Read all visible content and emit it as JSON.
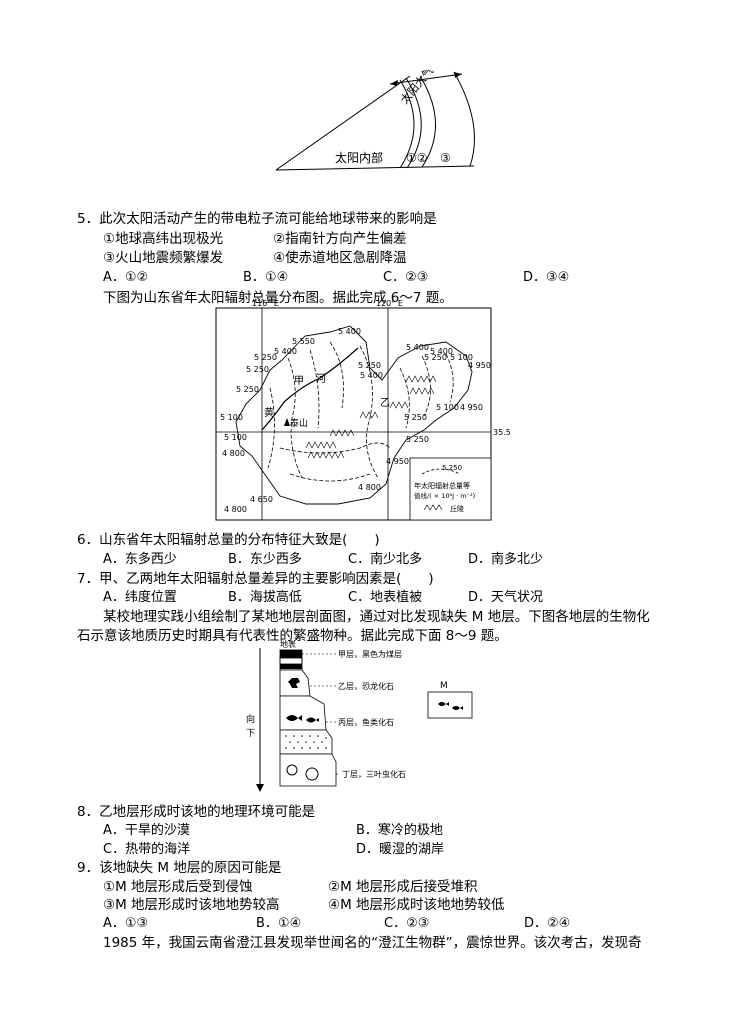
{
  "sun_figure": {
    "atmosphere_label": "太阳大气",
    "interior_label": "太阳内部",
    "layers": [
      "①②",
      "③"
    ]
  },
  "q5": {
    "stem": "5．此次太阳活动产生的带电粒子流可能给地球带来的影响是",
    "items": [
      "①地球高纬出现极光",
      "②指南针方向产生偏差",
      "③火山地震频繁爆发",
      "④使赤道地区急剧降温"
    ],
    "options": [
      "A．①②",
      "B．①④",
      "C．②③",
      "D．③④"
    ]
  },
  "intro_6_7": "下图为山东省年太阳辐射总量分布图。据此完成 6～7 题。",
  "map": {
    "lon_left": "116° E",
    "lon_right": "120° E",
    "lat": "35.5° N",
    "labels": {
      "l5400a": "5 400",
      "l5550": "5 550",
      "l5400b": "5 400",
      "l5250a": "5 250",
      "l5250b": "5 250",
      "l5250c": "5 250",
      "l5100a": "5 100",
      "l4800a": "4 800",
      "l5100b": "5 100",
      "l4800b": "4 800",
      "l4650": "4 650",
      "l5250d": "5 250",
      "l5400c": "5 400",
      "l5400d": "5 400",
      "l5250e": "5 250",
      "l5100c": "5 100",
      "l4950a": "4 950",
      "l5100d": "5 100",
      "l4950b": "4 950",
      "l5250f": "5 250",
      "l4950c": "4 950",
      "l4800c": "4 800",
      "l5400e": "5 400",
      "l5250g": "5 250"
    },
    "jia": "甲",
    "yi": "乙",
    "huang": "黄",
    "he": "河",
    "taishan": "泰山",
    "legend_value": "5 250",
    "legend_text1": "年太阳辐射总量等",
    "legend_text2": "值线/( × 10⁶J · m⁻²)",
    "legend_hill": "丘陵"
  },
  "q6": {
    "stem": "6．山东省年太阳辐射总量的分布特征大致是(　　)",
    "options": [
      "A．东多西少",
      "B．东少西多",
      "C．南少北多",
      "D．南多北少"
    ]
  },
  "q7": {
    "stem": "7．甲、乙两地年太阳辐射总量差异的主要影响因素是(　　)",
    "options": [
      "A．纬度位置",
      "B．海拔高低",
      "C．地表植被",
      "D．天气状况"
    ]
  },
  "intro_8_9": {
    "line1": "某校地理实践小组绘制了某地地层剖面图，通过对比发现缺失 M 地层。下图各地层的生物化",
    "line2": "石示意该地质历史时期具有代表性的繁盛物种。据此完成下面 8～9 题。"
  },
  "strata": {
    "surface": "地表",
    "layer_jia": "甲层，黑色为煤层",
    "layer_yi": "乙层，恐龙化石",
    "layer_bing": "丙层，鱼类化石",
    "layer_ding": "丁层，三叶虫化石",
    "m_label": "M",
    "arrow_label": [
      "向",
      "下"
    ]
  },
  "q8": {
    "stem": "8．乙地层形成时该地的地理环境可能是",
    "options": [
      "A．干旱的沙漠",
      "B．寒冷的极地",
      "C．热带的海洋",
      "D．暖湿的湖岸"
    ]
  },
  "q9": {
    "stem": "9．该地缺失 M 地层的原因可能是",
    "items": [
      "①M 地层形成后受到侵蚀",
      "②M 地层形成后接受堆积",
      "③M 地层形成时该地地势较高",
      "④M 地层形成时该地地势较低"
    ],
    "options": [
      "A．①③",
      "B．①④",
      "C．②③",
      "D．②④"
    ]
  },
  "last_paragraph": "1985 年，我国云南省澄江县发现举世闻名的“澄江生物群”，震惊世界。该次考古，发现奇"
}
